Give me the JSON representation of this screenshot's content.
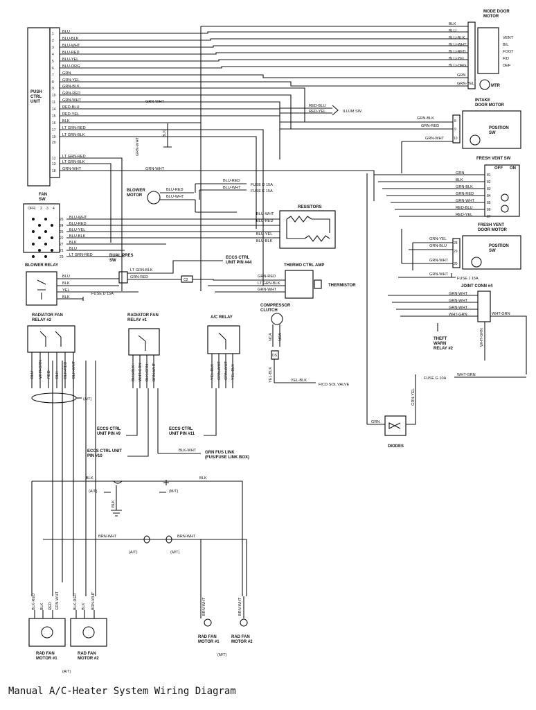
{
  "caption": "Manual A/C-Heater System Wiring Diagram",
  "push_ctrl_unit": {
    "title": "PUSH\nCTRL\nUNIT",
    "pins": [
      {
        "n": "1",
        "w": "BLU"
      },
      {
        "n": "2",
        "w": "BLU-BLK"
      },
      {
        "n": "3",
        "w": "BLU-WHT"
      },
      {
        "n": "4",
        "w": "BLU-RED"
      },
      {
        "n": "5",
        "w": "BLU-YEL"
      },
      {
        "n": "6",
        "w": "BLU-ORG"
      },
      {
        "n": "7",
        "w": "GRN"
      },
      {
        "n": "8",
        "w": "GRN-YEL"
      },
      {
        "n": "9",
        "w": "GRN-BLK"
      },
      {
        "n": "10",
        "w": "GRN-RED"
      },
      {
        "n": "11",
        "w": "GRN-WHT"
      },
      {
        "n": "14",
        "w": "RED-BLU"
      },
      {
        "n": "15",
        "w": "RED-YEL"
      },
      {
        "n": "16",
        "w": "BLK"
      },
      {
        "n": "17",
        "w": "LT GRN-RED"
      },
      {
        "n": "19",
        "w": "LT GRN-BLK"
      },
      {
        "n": "20",
        "w": ""
      },
      {
        "n": "12",
        "w": "LT GRN-RED"
      },
      {
        "n": "13",
        "w": "LT GRN-BLK"
      },
      {
        "n": "18",
        "w": "GRN-WHT"
      }
    ]
  },
  "mode_door_motor": {
    "title": "MODE DOOR\nMOTOR",
    "wires": [
      "BLK",
      "BLU",
      "BLU-BLK",
      "BLU-WHT",
      "BLU-RED",
      "BLU-YEL",
      "BLU-ORG",
      "GRN",
      "GRN-YEL"
    ],
    "positions": [
      "VENT",
      "B/L",
      "FOOT",
      "F/D",
      "DEF"
    ],
    "mtr": "MTR"
  },
  "illum": {
    "wires": [
      "RED-BLU",
      "RED-YEL"
    ],
    "label": "ILLUM SW"
  },
  "intake_door_motor": {
    "title": "INTAKE\nDOOR MOTOR",
    "wires": [
      "GRN-BLK",
      "GRN-RED",
      "GRN-WHT"
    ],
    "pins": [
      "8",
      "9",
      "10"
    ],
    "sw": "POSITION\nSW"
  },
  "fresh_vent_sw": {
    "title": "FRESH VENT SW",
    "cols": [
      "OFF",
      "ON"
    ],
    "wires": [
      "GRN",
      "BLK",
      "GRN-BLK",
      "GRN-RED",
      "GRN-WHT",
      "RED-BLU",
      "RED-YEL"
    ],
    "pins": [
      "81",
      "82",
      "83",
      "84",
      "85",
      "86",
      "87"
    ]
  },
  "fresh_vent_door_motor": {
    "title": "FRESH VENT\nDOOR MOTOR",
    "wires": [
      "GRN-YEL",
      "GRN-BLU",
      "GRN-WHT"
    ],
    "pins": [
      "28",
      "29",
      "30"
    ],
    "sw": "POSITION\nSW"
  },
  "fuse_j": "FUSE J 15A",
  "joint_conn": {
    "title": "JOINT CONN #4",
    "wires": [
      "GRN-WHT",
      "GRN-WHT",
      "GRN-WHT",
      "WHT-GRN",
      "WHT-GRN"
    ],
    "out": "WHT-GRN"
  },
  "theft_warn": "THEFT\nWARN\nRELAY #2",
  "fuse_g": {
    "label": "FUSE G 10A",
    "wire": "WHT-GRN"
  },
  "diodes": {
    "label": "DIODES",
    "wire": "GRN",
    "wire2": "GRN-YEL"
  },
  "blower_motor": {
    "title": "BLOWER\nMOTOR",
    "wires": [
      "BLU-RED",
      "BLU-WHT"
    ],
    "fuse_d": "FUSE D 15A",
    "fuse_e": "FUSE E 15A",
    "wire_top": "BLU-RED",
    "wire_top2": "BLU-WHT",
    "grn_wht": "GRN-WHT",
    "grn_wht2": "GRN-WHT",
    "blk": "BLK"
  },
  "resistors": {
    "title": "RESISTORS",
    "wires": [
      "BLU-WHT",
      "BLU-RED",
      "BLU-YEL",
      "BLU-BLK"
    ]
  },
  "fan_sw": {
    "title": "FAN\nSW",
    "cols": [
      "OFF",
      "1",
      "2",
      "3",
      "4"
    ],
    "pins": [
      "26",
      "24",
      "25",
      "22",
      "27",
      "21",
      "23"
    ],
    "wires": [
      "BLU-WHT",
      "BLU-RED",
      "BLU-YEL",
      "BLU-BLK",
      "BLK",
      "BLU",
      "LT GRN-RED"
    ]
  },
  "dual_pres": {
    "title": "DUAL PRES\nSW",
    "wires": [
      "LT GRN-BLK",
      "GRN-RED"
    ],
    "c2": "C2"
  },
  "eccs_pin44": "ECCS CTRL\nUNIT PIN #44",
  "thermo_ctrl": {
    "title": "THERMO CTRL AMP",
    "wires": [
      "GRN-RED",
      "LT GRN-BLK",
      "GRN-WHT"
    ],
    "thermistor": "THERMISTOR"
  },
  "compressor": {
    "title": "COMPRESSOR\nCLUTCH",
    "wires": [
      "NCA",
      "NCA"
    ],
    "d": "DS",
    "w1": "YEL-BLK",
    "w2": "YEL-BLK",
    "fico": "FICD SOL VALVE"
  },
  "blower_relay": {
    "title": "BLOWER RELAY",
    "wires": [
      "BLU",
      "BLK",
      "YEL",
      "BLK"
    ],
    "fuse": "FUSE D 15A"
  },
  "rad_fan_relay2": {
    "title": "RADIATOR FAN\nRELAY #2",
    "wires": [
      "BLU",
      "WHT-GRN",
      "RED",
      "BLK",
      "BLK-RED",
      "BLK-WHT"
    ]
  },
  "rad_fan_relay1": {
    "title": "RADIATOR FAN\nRELAY #1",
    "wires": [
      "BLU-BLK",
      "WHT-GRN",
      "BLK-GRN",
      "BRN-WHT"
    ]
  },
  "ac_relay": {
    "title": "A/C RELAY",
    "wires": [
      "YEL-BLK",
      "GRN-WHT",
      "GRN-WHT",
      "YEL-BLK"
    ]
  },
  "at": "(A/T)",
  "mt": "(M/T)",
  "eccs_pin9": "ECCS CTRL\nUNIT PIN #9",
  "eccs_pin11": "ECCS CTRL\nUNIT PIN #11",
  "eccs_pin10": "ECCS CTRL UNIT\nPIN #10",
  "grn_fus_link": {
    "wire": "BLK-WHT",
    "label": "GRN FUS LINK\n(FUS/FUSE LINK BOX)"
  },
  "ground": {
    "blk": "BLK",
    "blk2": "BLK",
    "blk3": "BLK",
    "brn_wht": "BRN-WHT",
    "brn_wht2": "BRN-WHT"
  },
  "rad_fan_motors_at": {
    "m1": "RAD FAN\nMOTOR #1",
    "m2": "RAD FAN\nMOTOR #2",
    "m1w": [
      "BLK-RED",
      "BLK",
      "RED"
    ],
    "m2w": [
      "BLK-RED",
      "BLK",
      "BRN-WHT"
    ],
    "m1x": "GRN-WHT"
  },
  "rad_fan_motors_mt": {
    "m1": "RAD FAN\nMOTOR #1",
    "m2": "RAD FAN\nMOTOR #2",
    "m1w": "BRN-WHT",
    "m2w": "BRN-WHT"
  }
}
